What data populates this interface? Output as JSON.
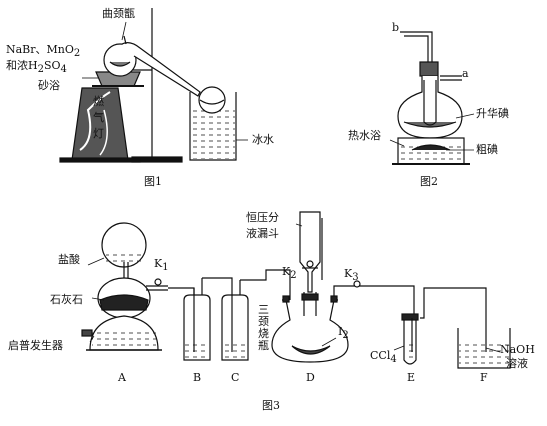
{
  "figure1": {
    "caption": "图1",
    "labels": {
      "flask_name": "曲颈甑",
      "reagents_line1": "NaBr、MnO",
      "reagents_line1_sub": "2",
      "reagents_line2": "和浓H",
      "reagents_line2_sub1": "2",
      "reagents_line2_mid": "SO",
      "reagents_line2_sub2": "4",
      "sand_bath": "砂浴",
      "burner_line1": "燃",
      "burner_line2": "气",
      "burner_line3": "灯",
      "ice_water": "冰水"
    }
  },
  "figure2": {
    "caption": "图2",
    "labels": {
      "tube_b": "b",
      "tube_a": "a",
      "sublimed_iodine": "升华碘",
      "hot_water_bath": "热水浴",
      "crude_iodine": "粗碘"
    }
  },
  "figure3": {
    "caption": "图3",
    "labels": {
      "hydrochloric_acid": "盐酸",
      "limestone": "石灰石",
      "kipp_generator": "启普发生器",
      "k1": "K",
      "k1_sub": "1",
      "k2": "K",
      "k2_sub": "2",
      "k3": "K",
      "k3_sub": "3",
      "funnel_line1": "恒压分",
      "funnel_line2": "液漏斗",
      "three_neck_line1": "三",
      "three_neck_line2": "颈",
      "three_neck_line3": "烧",
      "three_neck_line4": "瓶",
      "iodine": "I",
      "iodine_sub": "2",
      "ccl4": "CCl",
      "ccl4_sub": "4",
      "naoh_line1": "NaOH",
      "naoh_line2": "溶液",
      "app_A": "A",
      "app_B": "B",
      "app_C": "C",
      "app_D": "D",
      "app_E": "E",
      "app_F": "F"
    }
  }
}
